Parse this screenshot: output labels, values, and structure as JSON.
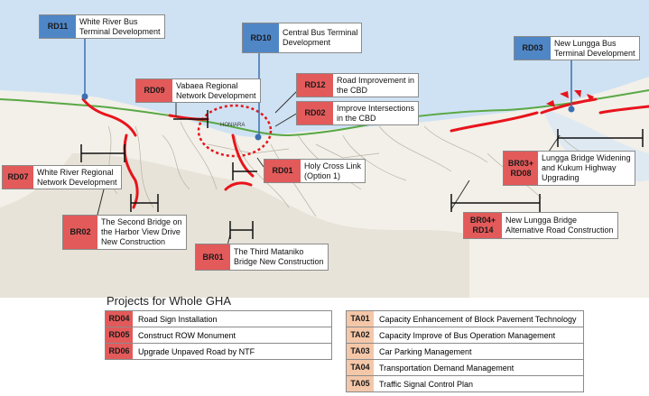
{
  "map": {
    "place_label": "HONIARA"
  },
  "labels": {
    "rd11": {
      "code": "RD11",
      "text": "White River Bus\nTerminal Development"
    },
    "rd10": {
      "code": "RD10",
      "text": "Central Bus Terminal\nDevelopment"
    },
    "rd03": {
      "code": "RD03",
      "text": "New Lungga Bus\nTerminal Development"
    },
    "rd09": {
      "code": "RD09",
      "text": "Vabaea Regional\nNetwork Development"
    },
    "rd12": {
      "code": "RD12",
      "text": "Road Improvement in\nthe CBD"
    },
    "rd02": {
      "code": "RD02",
      "text": "Improve Intersections\nin the CBD"
    },
    "rd01": {
      "code": "RD01",
      "text": "Holy Cross Link\n(Option 1)"
    },
    "rd07": {
      "code": "RD07",
      "text": "White River Regional\nNetwork Development"
    },
    "br03": {
      "code": "BR03+\nRD08",
      "text": "Lungga Bridge Widening\nand Kukum Highway\nUpgrading"
    },
    "br04": {
      "code": "BR04+\nRD14",
      "text": "New Lungga Bridge\nAlternative Road Construction"
    },
    "br02": {
      "code": "BR02",
      "text": "The Second Bridge on\nthe Harbor View Drive\nNew Construction"
    },
    "br01": {
      "code": "BR01",
      "text": "The Third Mataniko\nBridge New Construction"
    }
  },
  "projects": {
    "title": "Projects for Whole GHA",
    "left": [
      {
        "code": "RD04",
        "text": "Road Sign Installation"
      },
      {
        "code": "RD05",
        "text": "Construct ROW Monument"
      },
      {
        "code": "RD06",
        "text": "Upgrade Unpaved Road by NTF"
      }
    ],
    "right": [
      {
        "code": "TA01",
        "text": "Capacity Enhancement of Block Pavement Technology"
      },
      {
        "code": "TA02",
        "text": "Capacity Improve of Bus Operation Management"
      },
      {
        "code": "TA03",
        "text": "Car Parking Management"
      },
      {
        "code": "TA04",
        "text": "Transportation Demand Management"
      },
      {
        "code": "TA05",
        "text": "Traffic Signal Control Plan"
      }
    ]
  },
  "colors": {
    "sea": "#cfe2f3",
    "red_project": "#e35a5a",
    "blue_project": "#4f86c6",
    "ta_project": "#f4c7a9",
    "road_red": "#e8141c",
    "road_green": "#5aa845"
  }
}
